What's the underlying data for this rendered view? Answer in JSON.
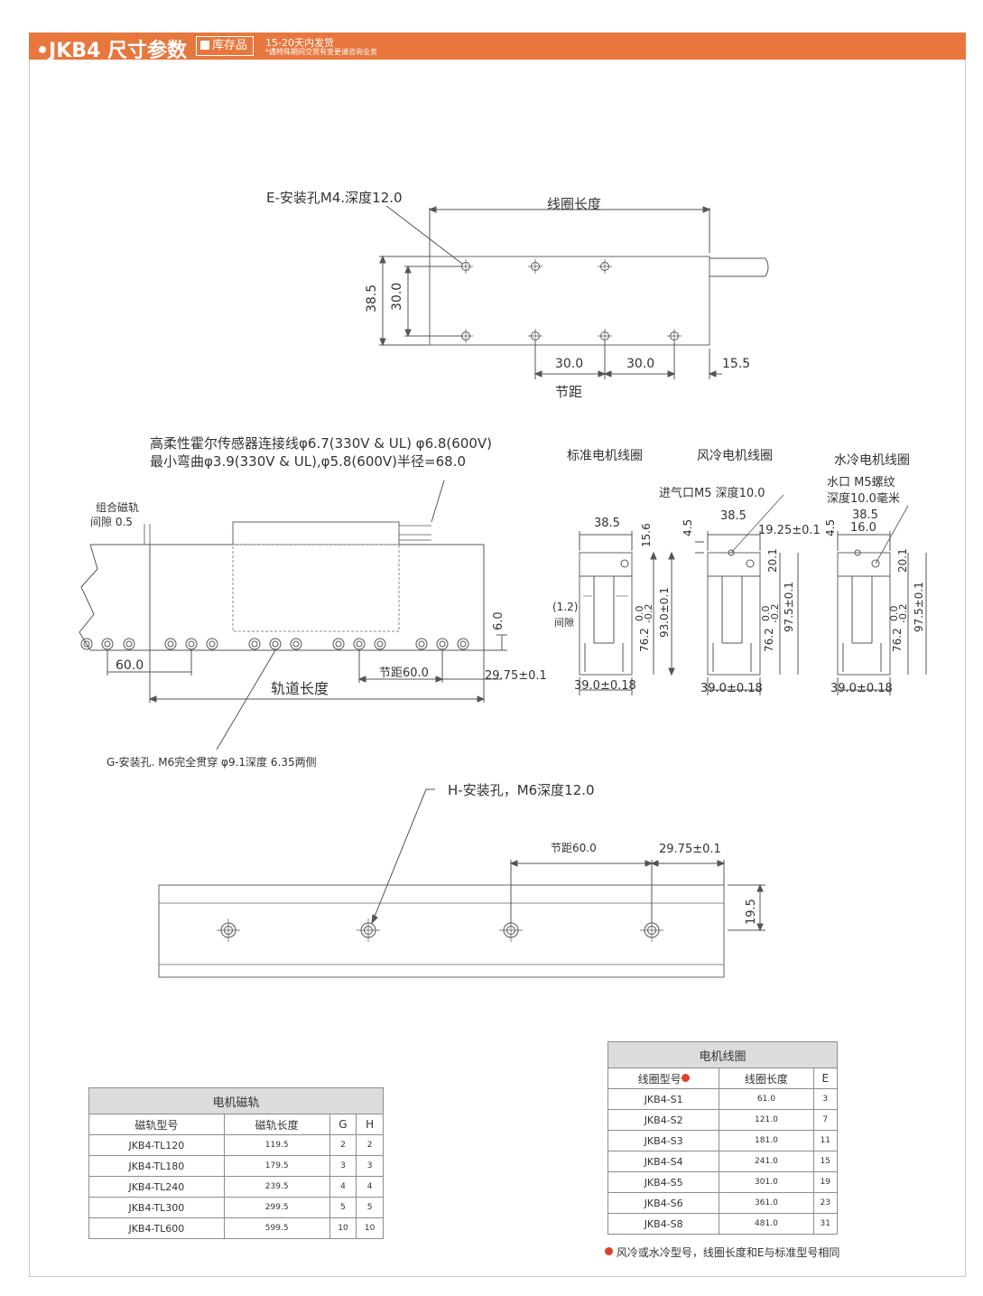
{
  "header": {
    "title": "•JKB4 尺寸参数",
    "badge": "库存品",
    "ship_line1": "15-20天内发货",
    "ship_line2": "*遇特殊期间交货有变更请咨询业务"
  },
  "drawing_top": {
    "hole_label": "E-安装孔M4.深度12.0",
    "coil_length": "线圈长度",
    "dim_38_5": "38.5",
    "dim_30_0": "30.0",
    "pitch_a": "30.0",
    "pitch_b": "30.0",
    "end_offset": "15.5",
    "pitch_label": "节距"
  },
  "drawing_mid": {
    "cable_line1": "高柔性霍尔传感器连接线φ6.7(330V & UL) φ6.8(600V)",
    "cable_line2": "最小弯曲φ3.9(330V & UL),φ5.8(600V)半径=68.0",
    "gap_label1": "组合磁轨",
    "gap_label2": "间隙 0.5",
    "height_6": "6.0",
    "dim_60": "60.0",
    "pitch_60": "节距60.0",
    "offset": "29.75±0.1",
    "track_length": "轨道长度",
    "g_hole": "G-安装孔. M6完全贯穿 φ9.1深度  6.35两侧"
  },
  "profiles": {
    "standard_title": "标准电机线圈",
    "air_title": "风冷电机线圈",
    "water_title": "水冷电机线圈",
    "air_inlet": "进气口M5 深度10.0",
    "water_port1": "水口 M5螺纹",
    "water_port2": "深度10.0毫米",
    "w38_5": "38.5",
    "h15_6": "15.6",
    "h4_5": "4.5",
    "d19_25": "19.25±0.1",
    "d16_0": "16.0",
    "d20_1": "20.1",
    "gap12": "(1.2)",
    "gap_word": "间隙",
    "tol": "0.0",
    "tol2": "-0.2",
    "h76_2": "76.2",
    "h93_0": "93.0±0.1",
    "h97_5": "97.5±0.1",
    "w39_0": "39.0±0.18"
  },
  "drawing_bottom": {
    "h_hole": "H-安装孔，M6深度12.0",
    "pitch_60": "节距60.0",
    "offset": "29.75±0.1",
    "height": "19.5"
  },
  "table_track": {
    "caption": "电机磁轨",
    "headers": [
      "磁轨型号",
      "磁轨长度",
      "G",
      "H"
    ],
    "rows": [
      [
        "JKB4-TL120",
        "119.5",
        "2",
        "2"
      ],
      [
        "JKB4-TL180",
        "179.5",
        "3",
        "3"
      ],
      [
        "JKB4-TL240",
        "239.5",
        "4",
        "4"
      ],
      [
        "JKB4-TL300",
        "299.5",
        "5",
        "5"
      ],
      [
        "JKB4-TL600",
        "599.5",
        "10",
        "10"
      ]
    ]
  },
  "table_coil": {
    "caption": "电机线圈",
    "headers": [
      "线圈型号",
      "线圈长度",
      "E"
    ],
    "rows": [
      [
        "JKB4-S1",
        "61.0",
        "3"
      ],
      [
        "JKB4-S2",
        "121.0",
        "7"
      ],
      [
        "JKB4-S3",
        "181.0",
        "11"
      ],
      [
        "JKB4-S4",
        "241.0",
        "15"
      ],
      [
        "JKB4-S5",
        "301.0",
        "19"
      ],
      [
        "JKB4-S6",
        "361.0",
        "23"
      ],
      [
        "JKB4-S8",
        "481.0",
        "31"
      ]
    ],
    "note": "风冷或水冷型号，线圈长度和E与标准型号相同"
  },
  "colors": {
    "accent": "#e8773e",
    "note_dot": "#d9432b"
  }
}
